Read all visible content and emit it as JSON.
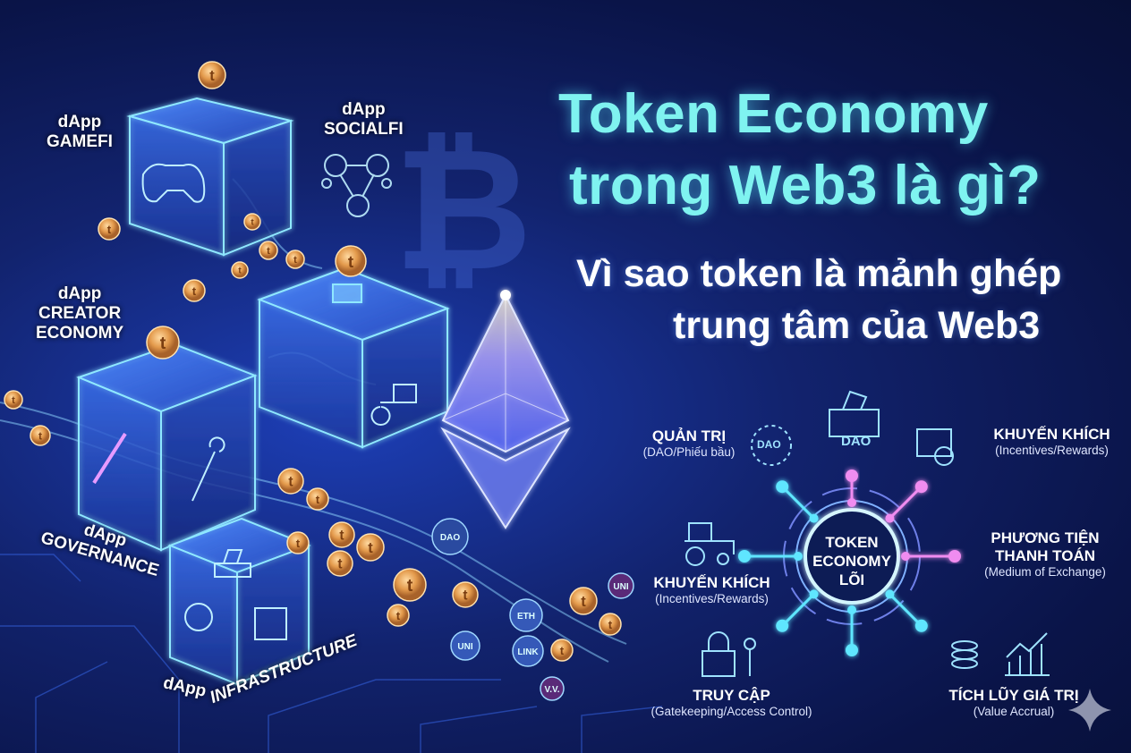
{
  "title": {
    "line1": "Token Economy",
    "line2": "trong Web3 là gì?"
  },
  "subtitle": {
    "line1": "Vì sao token là mảnh ghép",
    "line2": "trung tâm của Web3"
  },
  "dapps": [
    {
      "prefix": "dApp",
      "name": "GAMEFI"
    },
    {
      "prefix": "dApp",
      "name": "SOCIALFI"
    },
    {
      "prefix": "dApp",
      "name": "CREATOR",
      "name2": "ECONOMY"
    },
    {
      "prefix": "dApp",
      "name": "GOVERNANCE"
    },
    {
      "prefix": "dApp",
      "name": "INFRASTRUCTURE"
    }
  ],
  "coin_symbol": "t",
  "token_badges": [
    "DAO",
    "ETH",
    "UNI",
    "LINK",
    "UNI",
    "V.V."
  ],
  "core": {
    "line1": "TOKEN",
    "line2": "ECONOMY",
    "line3": "LÕI",
    "top_icon_label": "DAO"
  },
  "functions": [
    {
      "title": "QUẢN TRỊ",
      "subtitle": "(DAO/Phiếu bầu)",
      "icon": "dao-network-icon",
      "icon_label": "DAO"
    },
    {
      "title": "KHUYẾN KHÍCH",
      "subtitle": "(Incentives/Rewards)",
      "icon": "reward-box-icon"
    },
    {
      "title": "PHƯƠNG TIỆN",
      "title2": "THANH TOÁN",
      "subtitle": "(Medium of Exchange)"
    },
    {
      "title": "KHUYẾN KHÍCH",
      "subtitle": "(Incentives/Rewards)",
      "icon": "tractor-icon"
    },
    {
      "title": "TRUY CẬP",
      "subtitle": "(Gatekeeping/Access Control)",
      "icon": "lock-key-icon"
    },
    {
      "title": "TÍCH LŨY GIÁ TRỊ",
      "subtitle": "(Value Accrual)",
      "icon": "coins-chart-icon"
    }
  ],
  "colors": {
    "title": "#7ff3f0",
    "cyan": "#5fe6ff",
    "pink": "#f08cf0",
    "coin": "#e39a4c",
    "bg": "#0f1f66"
  }
}
